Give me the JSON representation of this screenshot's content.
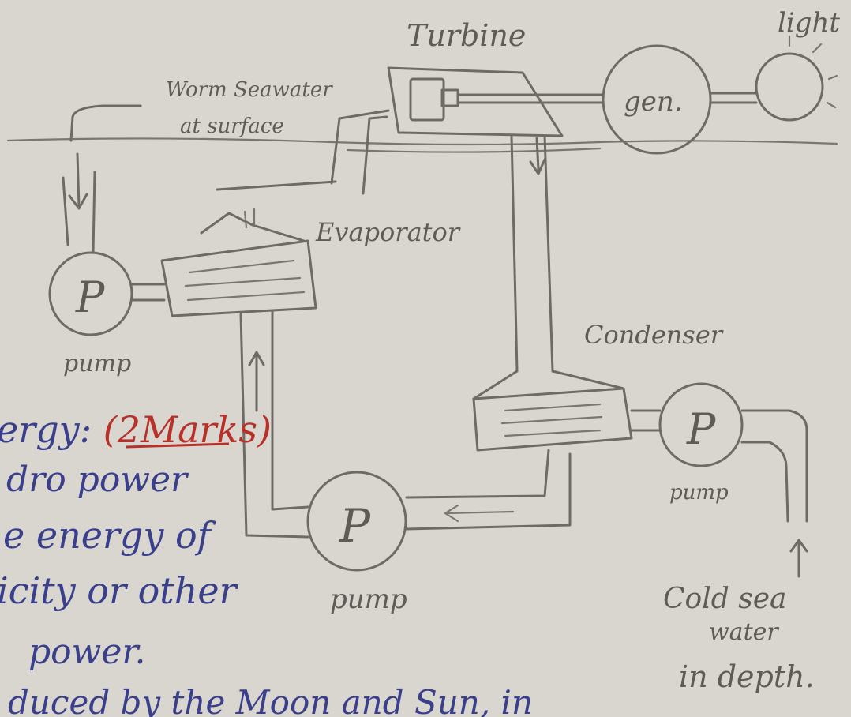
{
  "labels": {
    "turbine": "Turbine",
    "light": "light",
    "warm_seawater_line1": "Worm Seawater",
    "warm_seawater_line2": "at surface",
    "generator": "gen.",
    "evaporator": "Evaporator",
    "condenser": "Condenser",
    "pump_symbol": "P",
    "pump_left": "pump",
    "pump_right": "pump",
    "pump_bottom": "pump",
    "cold_water_line1": "Cold sea",
    "cold_water_line2": "water",
    "cold_water_line3": "in depth."
  },
  "notes": {
    "line1_prefix": "ergy:",
    "line1_marks": "(2Marks)",
    "line2": "dro power",
    "line3": "e energy of",
    "line4": "icity or other",
    "line5": "power.",
    "line6": "duced by the Moon and Sun, in"
  },
  "colors": {
    "paper": "#d9d6cf",
    "pencil": "#6e6b66",
    "ink_blue": "#3a3f8c",
    "ink_red": "#b8302a"
  }
}
